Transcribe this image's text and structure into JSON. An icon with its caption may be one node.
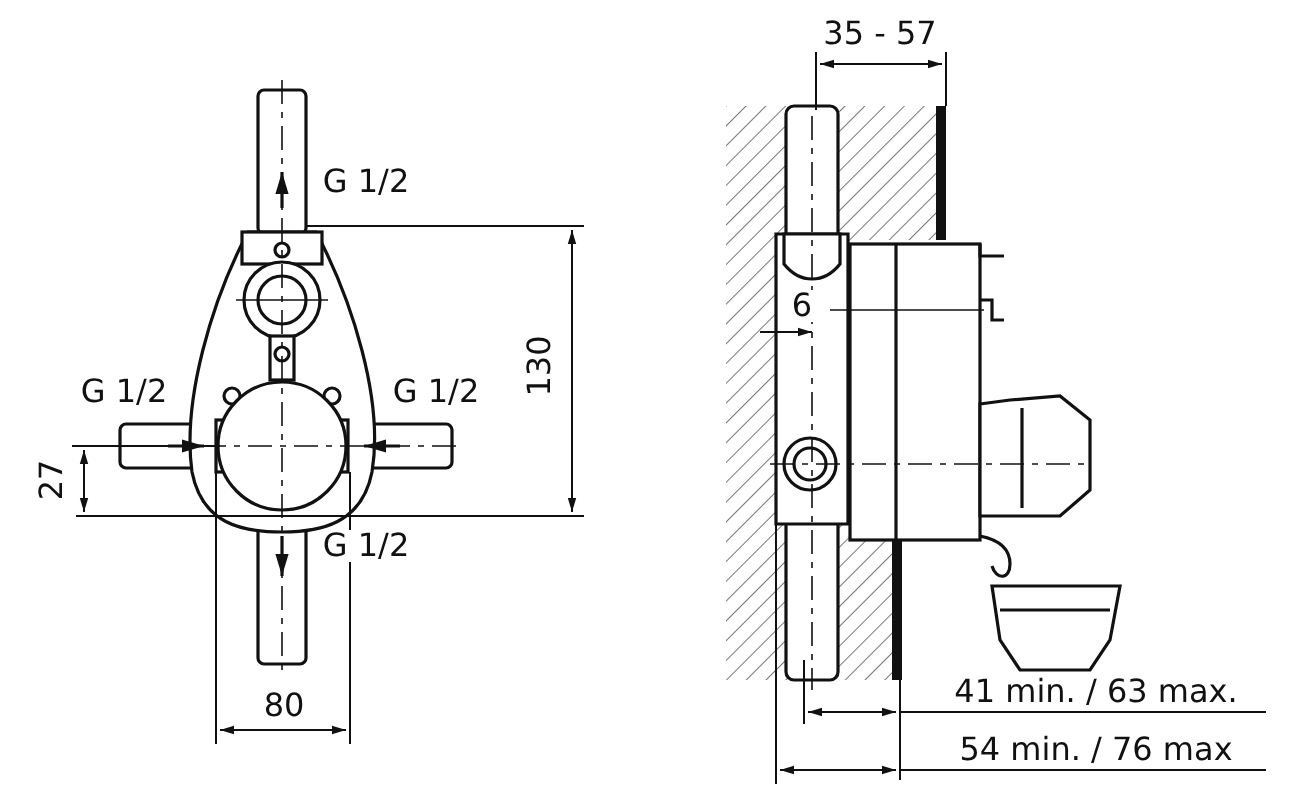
{
  "diagram": {
    "labels": [
      "35 - 57",
      "G 1/2",
      "6",
      "130",
      "G 1/2",
      "G 1/2",
      "27",
      "G 1/2",
      "41 min. / 63 max.",
      "80",
      "54 min. / 76 max"
    ]
  }
}
